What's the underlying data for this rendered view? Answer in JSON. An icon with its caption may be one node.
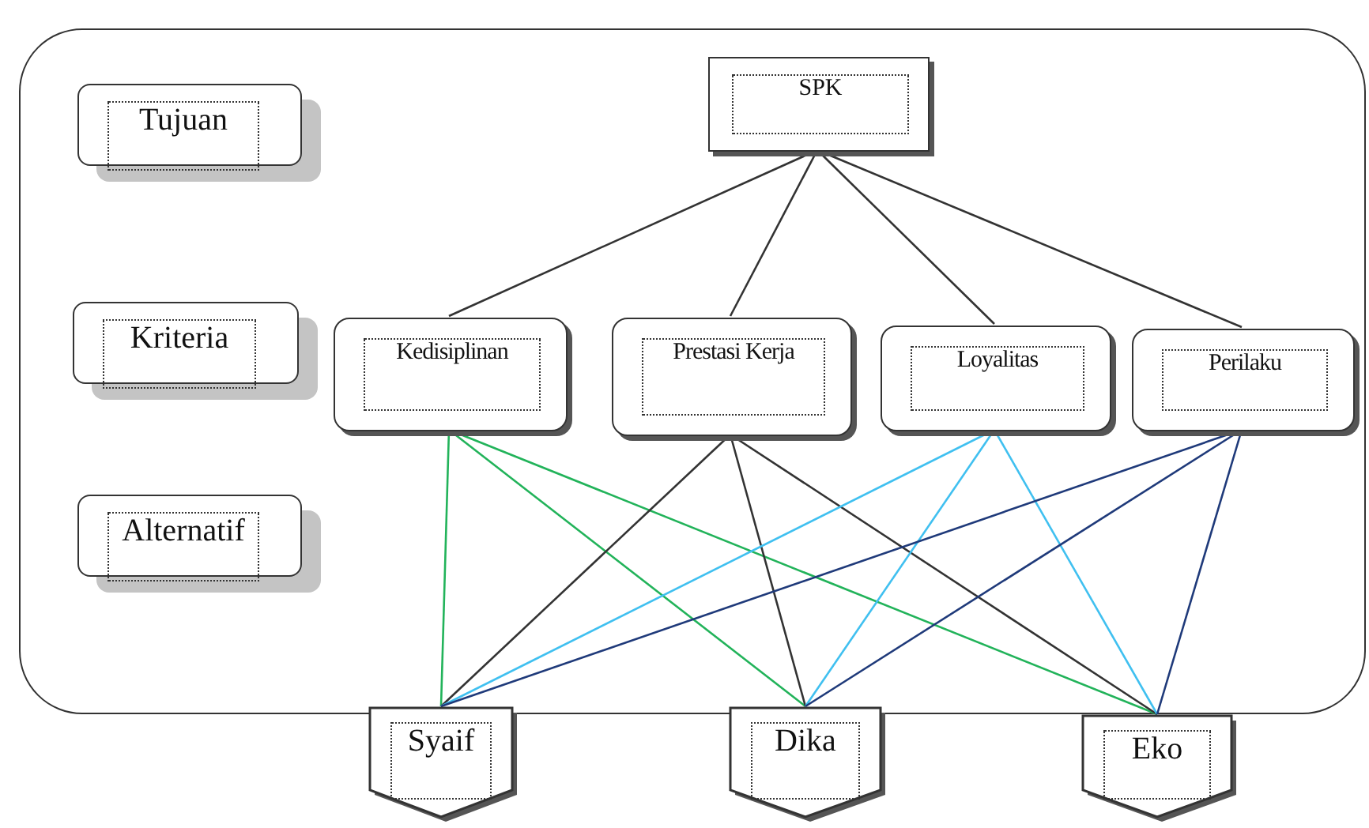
{
  "diagram": {
    "nodes": [
      {
        "text": [],
        "shape": "box"
      },
      {
        "text": [
          "Tujuan"
        ],
        "in": 0
      },
      {
        "text": [
          "SPK"
        ],
        "in": 0
      },
      {
        "text": [
          "Kriteria"
        ],
        "in": 0
      },
      {
        "text": [
          "Kedisiplinan"
        ],
        "in": 0
      },
      {
        "text": [
          "Prestasi Kerja"
        ],
        "in": 0
      },
      {
        "text": [
          "Loyalitas"
        ],
        "in": 0
      },
      {
        "text": [
          "Perilaku"
        ],
        "in": 0
      },
      {
        "text": [
          "Alternatif"
        ],
        "in": 0
      },
      {
        "text": [
          "Syaif"
        ]
      },
      {
        "text": [
          "Dika"
        ]
      },
      {
        "text": [
          "Eko"
        ]
      }
    ],
    "edges": [
      {
        "from": 2,
        "to": 4,
        "arrow": "none"
      },
      {
        "from": 2,
        "to": 5,
        "arrow": "none"
      },
      {
        "from": 2,
        "to": 6,
        "arrow": "none"
      },
      {
        "from": 2,
        "to": 7,
        "arrow": "none"
      },
      {
        "from": 4,
        "to": 9,
        "arrow": "none",
        "color": "#22b35a"
      },
      {
        "from": 4,
        "to": 10,
        "arrow": "none",
        "color": "#22b35a"
      },
      {
        "from": 4,
        "to": 11,
        "arrow": "none",
        "color": "#22b35a"
      },
      {
        "from": 5,
        "to": 9,
        "arrow": "none"
      },
      {
        "from": 5,
        "to": 10,
        "arrow": "none"
      },
      {
        "from": 5,
        "to": 11,
        "arrow": "none"
      },
      {
        "from": 6,
        "to": 9,
        "arrow": "none",
        "color": "#40c0f0"
      },
      {
        "from": 6,
        "to": 10,
        "arrow": "none",
        "color": "#40c0f0"
      },
      {
        "from": 6,
        "to": 11,
        "arrow": "none",
        "color": "#40c0f0"
      },
      {
        "from": 7,
        "to": 9,
        "arrow": "none",
        "color": "#1f3a7a"
      },
      {
        "from": 7,
        "to": 10,
        "arrow": "none",
        "color": "#1f3a7a"
      },
      {
        "from": 7,
        "to": 11,
        "arrow": "none",
        "color": "#1f3a7a"
      }
    ]
  }
}
